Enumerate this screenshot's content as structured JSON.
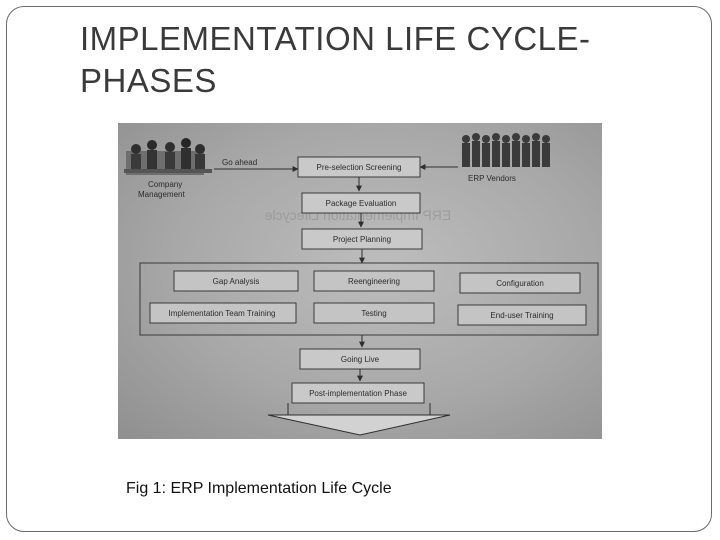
{
  "title": "IMPLEMENTATION LIFE CYCLE-PHASES",
  "caption": "Fig 1: ERP Implementation Life Cycle",
  "diagram": {
    "left_actor": "Company Management",
    "right_actor": "ERP Vendors",
    "go_ahead": "Go ahead",
    "watermark": "ERP Implementation Lifecycle",
    "steps": {
      "pre_selection": "Pre-selection Screening",
      "package_evaluation": "Package Evaluation",
      "project_planning": "Project Planning",
      "going_live": "Going Live",
      "post_implementation": "Post-implementation Phase"
    },
    "parallel_phases": {
      "gap_analysis": "Gap Analysis",
      "reengineering": "Reengineering",
      "configuration": "Configuration",
      "team_training": "Implementation Team Training",
      "testing": "Testing",
      "end_user_training": "End-user Training"
    }
  }
}
